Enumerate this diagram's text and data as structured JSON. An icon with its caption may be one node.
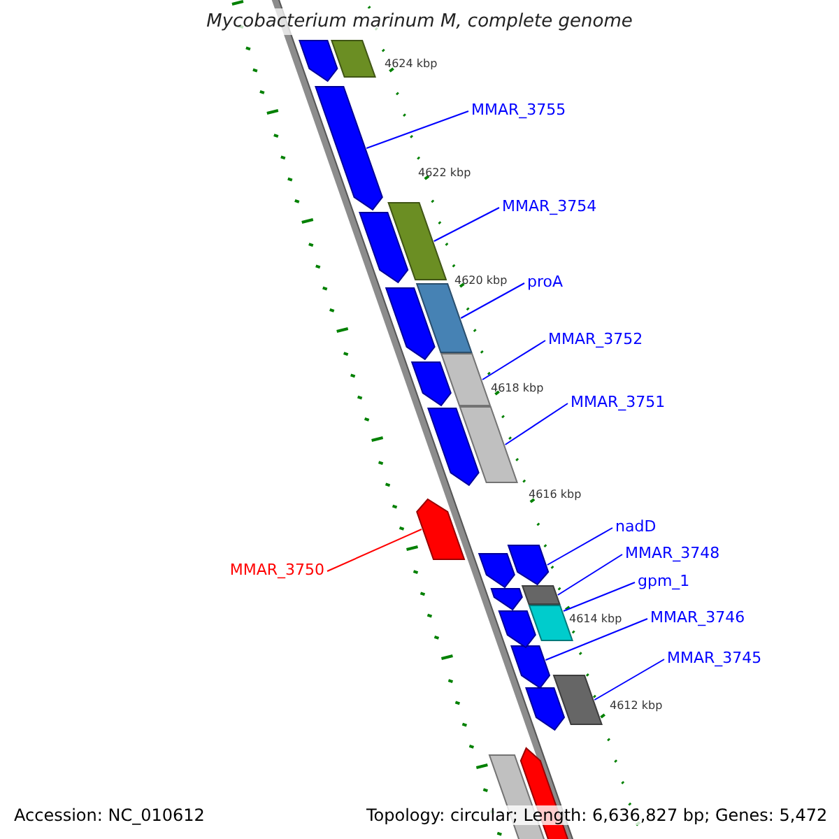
{
  "diagram": {
    "title": "Mycobacterium marinum M, complete genome",
    "nodes": [
      {
        "text": [
          "MMAR_3755"
        ]
      },
      {
        "text": [
          "MMAR_3754"
        ]
      },
      {
        "text": [
          "proA"
        ]
      },
      {
        "text": [
          "MMAR_3752"
        ]
      },
      {
        "text": [
          "MMAR_3751"
        ]
      },
      {
        "text": [
          "MMAR_3750"
        ]
      },
      {
        "text": [
          "nadD"
        ]
      },
      {
        "text": [
          "MMAR_3748"
        ]
      },
      {
        "text": [
          "gpm_1"
        ]
      },
      {
        "text": [
          "MMAR_3746"
        ]
      },
      {
        "text": [
          "MMAR_3745"
        ]
      },
      {
        "text": [],
        "shape": "arrow"
      },
      {
        "text": [],
        "shape": "box"
      },
      {
        "text": [],
        "shape": "box"
      },
      {
        "text": [],
        "shape": "box"
      },
      {
        "text": [],
        "shape": "box"
      },
      {
        "text": [],
        "shape": "arrow"
      },
      {
        "text": [],
        "shape": "arrow"
      },
      {
        "text": [],
        "shape": "box"
      },
      {
        "text": [],
        "shape": "box"
      },
      {
        "text": [],
        "shape": "arrow"
      },
      {
        "text": [],
        "shape": "box"
      },
      {
        "text": [],
        "shape": "arrow"
      },
      {
        "text": [],
        "shape": "box"
      },
      {
        "text": [],
        "shape": "arrow"
      },
      {
        "text": [],
        "shape": "arrow"
      },
      {
        "text": [],
        "shape": "arrow"
      },
      {
        "text": [],
        "shape": "arrow"
      },
      {
        "text": [],
        "shape": "arrow"
      },
      {
        "text": [],
        "shape": "arrow"
      },
      {
        "text": [],
        "shape": "arrow"
      },
      {
        "text": [],
        "shape": "arrow"
      },
      {
        "text": [],
        "shape": "box"
      },
      {
        "text": [],
        "shape": "arrow"
      }
    ],
    "edges": [
      {
        "from": 0,
        "to": 11,
        "arrow": "none"
      },
      {
        "from": 1,
        "to": 12,
        "arrow": "none"
      },
      {
        "from": 2,
        "to": 13,
        "arrow": "none"
      },
      {
        "from": 3,
        "to": 14,
        "arrow": "none"
      },
      {
        "from": 4,
        "to": 15,
        "arrow": "none"
      },
      {
        "from": 5,
        "to": 16,
        "arrow": "none",
        "color": "#ff0000"
      },
      {
        "from": 6,
        "to": 17,
        "arrow": "none"
      },
      {
        "from": 7,
        "to": 18,
        "arrow": "none"
      },
      {
        "from": 8,
        "to": 19,
        "arrow": "none"
      },
      {
        "from": 9,
        "to": 20,
        "arrow": "none"
      },
      {
        "from": 10,
        "to": 21,
        "arrow": "none"
      }
    ],
    "labels": [
      "4624 kbp",
      "4622 kbp",
      "4620 kbp",
      "4618 kbp",
      "4616 kbp",
      "4614 kbp",
      "4612 kbp",
      "Accession: NC_010612",
      "Topology: circular; Length: 6,636,827 bp; Genes: 5,472"
    ]
  }
}
